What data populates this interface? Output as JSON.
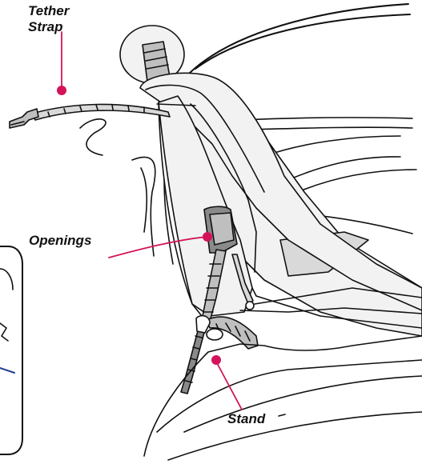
{
  "labels": {
    "tether_line1": "Tether",
    "tether_line2": "Strap",
    "openings": "Openings",
    "stand": "Stand"
  },
  "colors": {
    "callout": "#d4145a",
    "outline": "#111111",
    "seat_fill": "#f2f2f2",
    "shadow_fill": "#d9d9d9",
    "strap_fill": "#bfbfbf",
    "dark_fill": "#8a8a8a",
    "inset_blue": "#1f3f8f"
  },
  "icons": [
    "tether-hook-icon",
    "callout-dot-icon"
  ]
}
